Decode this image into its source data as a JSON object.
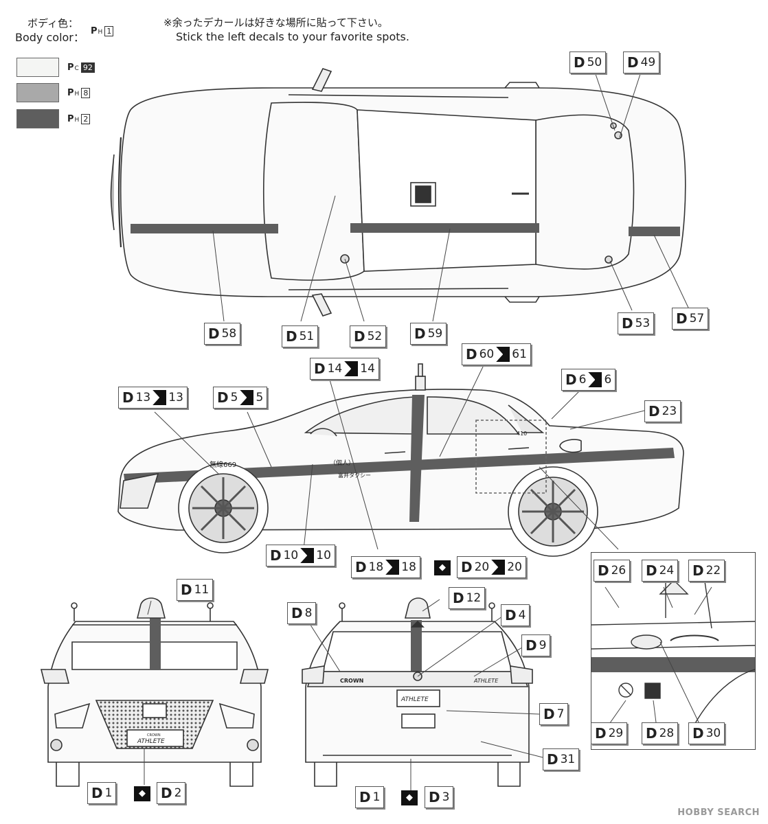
{
  "header": {
    "body_color_jp": "ボディ色：",
    "body_color_en": "Body color：",
    "body_code_prefix": "P",
    "body_code_sub": "H",
    "body_code_num": "1",
    "note_jp": "※余ったデカールは好きな場所に貼って下さい。",
    "note_en": "Stick the left decals to your favorite spots."
  },
  "palette": [
    {
      "prefix": "P",
      "sub": "C",
      "num": "92",
      "inverse": true,
      "color": "#f4f5f3"
    },
    {
      "prefix": "P",
      "sub": "H",
      "num": "8",
      "inverse": false,
      "color": "#a9a9a9"
    },
    {
      "prefix": "P",
      "sub": "H",
      "num": "2",
      "inverse": false,
      "color": "#5e5e5e"
    }
  ],
  "callouts": {
    "c50": {
      "d": "D",
      "n": "50"
    },
    "c49": {
      "d": "D",
      "n": "49"
    },
    "c58": {
      "d": "D",
      "n": "58"
    },
    "c51": {
      "d": "D",
      "n": "51"
    },
    "c52": {
      "d": "D",
      "n": "52"
    },
    "c59": {
      "d": "D",
      "n": "59"
    },
    "c53": {
      "d": "D",
      "n": "53"
    },
    "c57": {
      "d": "D",
      "n": "57"
    },
    "c14": {
      "d": "D",
      "n": "14",
      "n2": "14"
    },
    "c60": {
      "d": "D",
      "n": "60",
      "n2": "61"
    },
    "c13": {
      "d": "D",
      "n": "13",
      "n2": "13"
    },
    "c5": {
      "d": "D",
      "n": "5",
      "n2": "5"
    },
    "c6": {
      "d": "D",
      "n": "6",
      "n2": "6"
    },
    "c23": {
      "d": "D",
      "n": "23"
    },
    "c10": {
      "d": "D",
      "n": "10",
      "n2": "10"
    },
    "c18": {
      "d": "D",
      "n": "18",
      "n2": "18"
    },
    "c20": {
      "d": "D",
      "n": "20",
      "n2": "20"
    },
    "c26": {
      "d": "D",
      "n": "26"
    },
    "c24": {
      "d": "D",
      "n": "24"
    },
    "c22": {
      "d": "D",
      "n": "22"
    },
    "c29": {
      "d": "D",
      "n": "29"
    },
    "c28": {
      "d": "D",
      "n": "28"
    },
    "c30": {
      "d": "D",
      "n": "30"
    },
    "c11": {
      "d": "D",
      "n": "11"
    },
    "c12": {
      "d": "D",
      "n": "12"
    },
    "c8": {
      "d": "D",
      "n": "8"
    },
    "c4": {
      "d": "D",
      "n": "4"
    },
    "c9": {
      "d": "D",
      "n": "9"
    },
    "c7": {
      "d": "D",
      "n": "7"
    },
    "c31": {
      "d": "D",
      "n": "31"
    },
    "c1a": {
      "d": "D",
      "n": "1"
    },
    "c2": {
      "d": "D",
      "n": "2"
    },
    "c1b": {
      "d": "D",
      "n": "1"
    },
    "c3": {
      "d": "D",
      "n": "3"
    }
  },
  "car_text": {
    "radio": "無線669",
    "kojin": "（個人）",
    "company": "富井タクシー",
    "plate_crown": "CROWN",
    "plate_athlete": "ATHLETE",
    "rear_crown": "CROWN",
    "rear_athlete": "ATHLETE",
    "fare": "410"
  },
  "watermark": "HOBBY SEARCH"
}
